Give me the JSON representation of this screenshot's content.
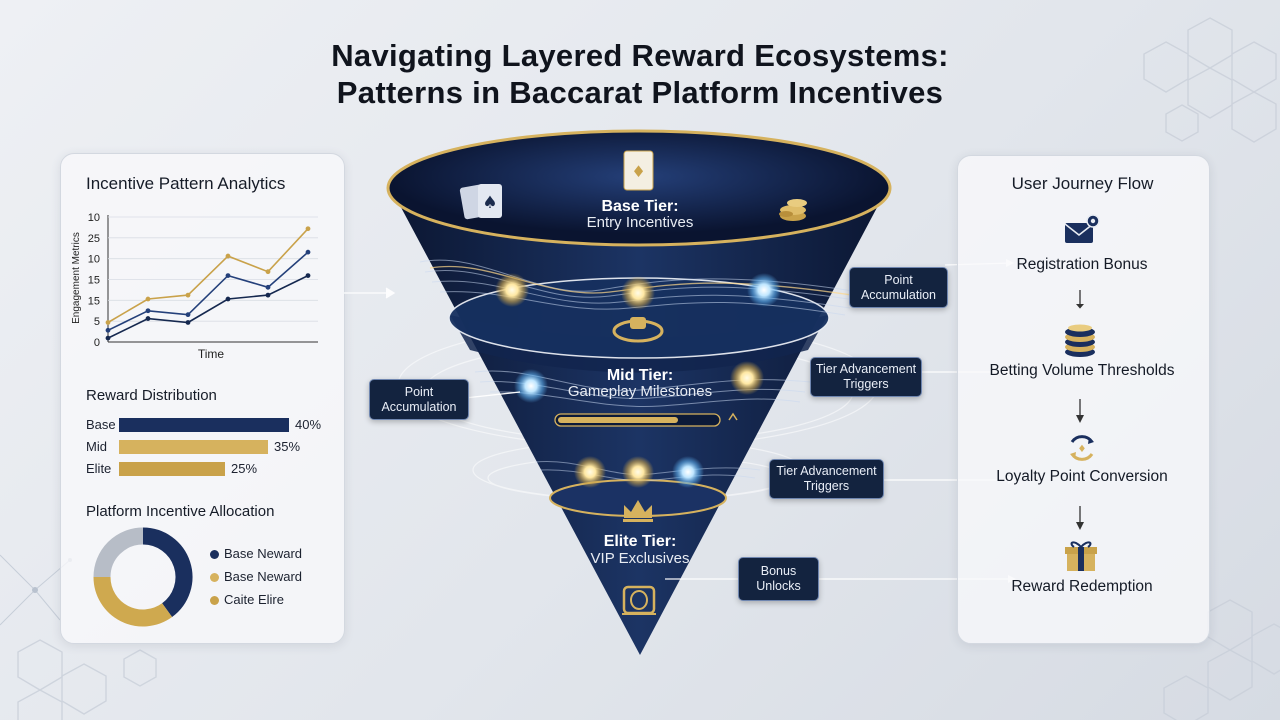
{
  "title": {
    "line1": "Navigating Layered Reward Ecosystems:",
    "line2": "Patterns in Baccarat Platform Incentives"
  },
  "left_panel": {
    "line_chart_title": "Incentive Pattern Analytics",
    "line_chart_ylabel": "Engagement Metrics",
    "line_chart_xlabel": "Time",
    "line_chart_ticks": [
      "10",
      "25",
      "10",
      "15",
      "15",
      "5",
      "0"
    ],
    "bar_chart_title": "Reward Distribution",
    "bars": [
      {
        "label": "Base",
        "value": "40%",
        "fraction": 0.4,
        "color": "#1a2f5e"
      },
      {
        "label": "Mid",
        "value": "35%",
        "fraction": 0.35,
        "color": "#d6b25e"
      },
      {
        "label": "Elite",
        "value": "25%",
        "fraction": 0.25,
        "color": "#c9a24a"
      }
    ],
    "donut_title": "Platform Incentive Allocation",
    "donut_legend": [
      {
        "label": "Base Neward",
        "color": "#1a2f5e"
      },
      {
        "label": "Base Neward",
        "color": "#d6b25e"
      },
      {
        "label": "Caite Elire",
        "color": "#c9a24a"
      }
    ]
  },
  "funnel": {
    "base": {
      "name": "Base Tier:",
      "sub": "Entry Incentives"
    },
    "mid": {
      "name": "Mid Tier:",
      "sub": "Gameplay Milestones"
    },
    "elite": {
      "name": "Elite Tier:",
      "sub": "VIP Exclusives"
    }
  },
  "callouts": {
    "point_accumulation_right": "Point Accumulation",
    "point_accumulation_left": "Point Accumulation",
    "tier_advancement_1": "Tier Advancement Triggers",
    "tier_advancement_2": "Tier Advancement Triggers",
    "bonus_unlocks": "Bonus Unlocks"
  },
  "journey": {
    "title": "User Journey Flow",
    "steps": [
      {
        "label": "Registration Bonus",
        "icon": "envelope-icon"
      },
      {
        "label": "Betting Volume Thresholds",
        "icon": "coin-stack-icon"
      },
      {
        "label": "Loyalty Point Conversion",
        "icon": "cycle-arrows-icon"
      },
      {
        "label": "Reward Redemption",
        "icon": "gift-icon"
      }
    ]
  },
  "colors": {
    "navy": "#13233f",
    "gold": "#d6b25e",
    "glow_gold": "#ffe8a3",
    "glow_blue": "#bfe6ff"
  },
  "chart_data": [
    {
      "type": "line",
      "title": "Incentive Pattern Analytics",
      "xlabel": "Time",
      "ylabel": "Engagement Metrics",
      "x": [
        1,
        2,
        3,
        4,
        5,
        6
      ],
      "y_tick_labels": [
        "10",
        "25",
        "10",
        "15",
        "15",
        "5",
        "0"
      ],
      "series": [
        {
          "color": "#c9a24a",
          "values": [
            5,
            11,
            12,
            22,
            18,
            29
          ]
        },
        {
          "color": "#24407a",
          "values": [
            3,
            8,
            7,
            17,
            14,
            23
          ]
        },
        {
          "color": "#15284f",
          "values": [
            1,
            6,
            5,
            11,
            12,
            17
          ]
        }
      ]
    },
    {
      "type": "bar",
      "title": "Reward Distribution",
      "categories": [
        "Base",
        "Mid",
        "Elite"
      ],
      "values": [
        40,
        35,
        25
      ]
    },
    {
      "type": "pie",
      "title": "Platform Incentive Allocation",
      "categories": [
        "Base Neward",
        "Base Neward",
        "Caite Elire"
      ],
      "values": [
        40,
        35,
        25
      ]
    }
  ]
}
